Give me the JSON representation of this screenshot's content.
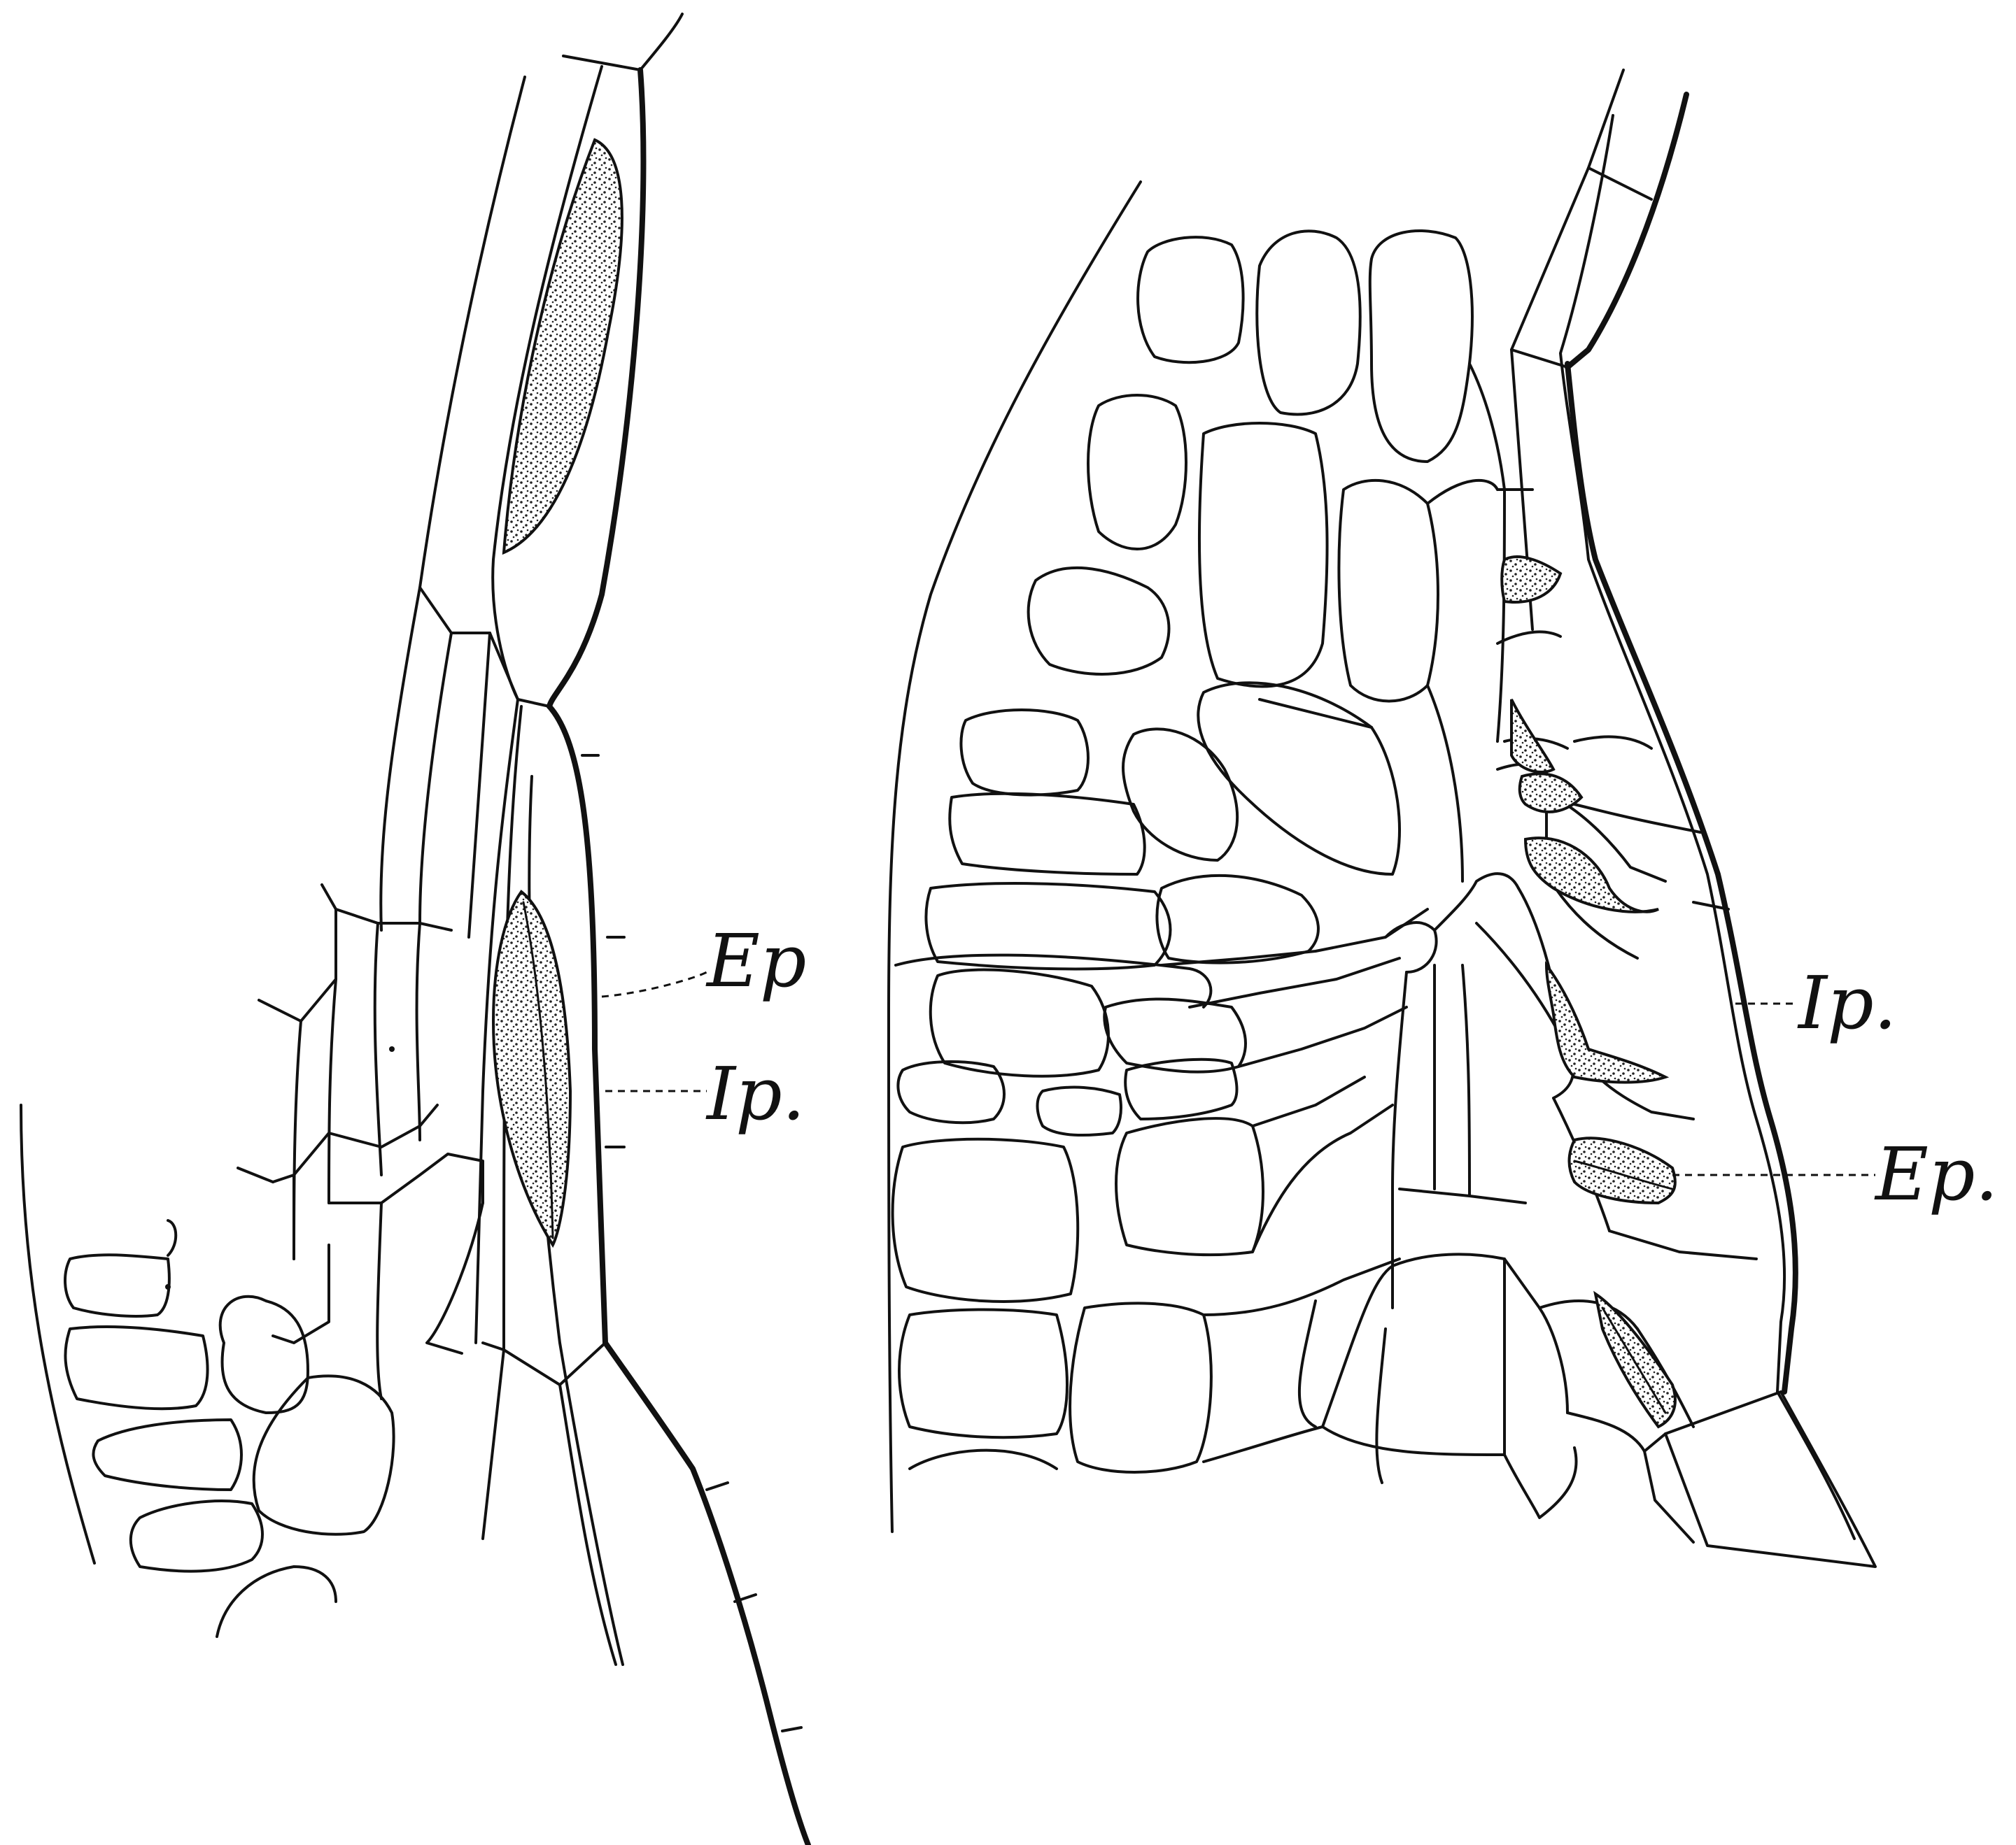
{
  "labels": {
    "left_ep": "Ep",
    "left_ip": "Ip.",
    "right_ip": "Ip.",
    "right_ep": "Ep."
  }
}
